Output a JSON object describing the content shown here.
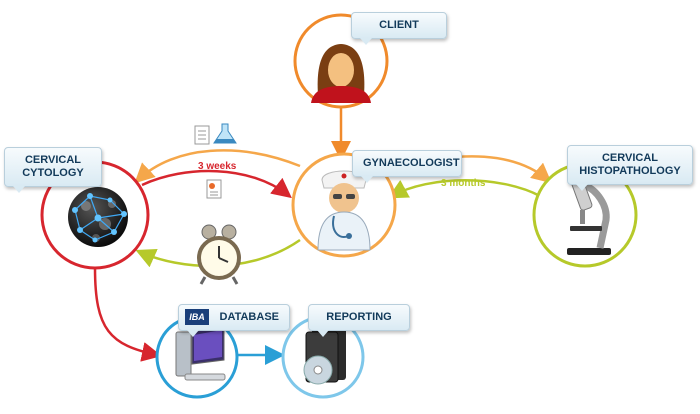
{
  "nodes": {
    "client": "CLIENT",
    "gynaecologist": "GYNAECOLOGIST",
    "cytology_line1": "CERVICAL",
    "cytology_line2": "CYTOLOGY",
    "histo_line1": "CERVICAL",
    "histo_line2": "HISTOPATHOLOGY",
    "database": "DATABASE",
    "reporting": "REPORTING"
  },
  "logo_text": "IBA",
  "edges": {
    "cytology_turnaround": "3 weeks",
    "histopathology_turnaround": "3 months"
  },
  "colors": {
    "client": "#f08a2b",
    "gynaecologist": "#f5a74a",
    "cytology": "#d7262e",
    "histopathology": "#b6c92a",
    "database": "#2a9fd6",
    "reporting": "#7ec7ea"
  },
  "icons": [
    "woman-avatar-icon",
    "doctor-icon",
    "cell-network-icon",
    "microscope-icon",
    "computer-icon",
    "disc-case-icon",
    "document-icon",
    "flask-icon",
    "alarm-clock-icon"
  ]
}
